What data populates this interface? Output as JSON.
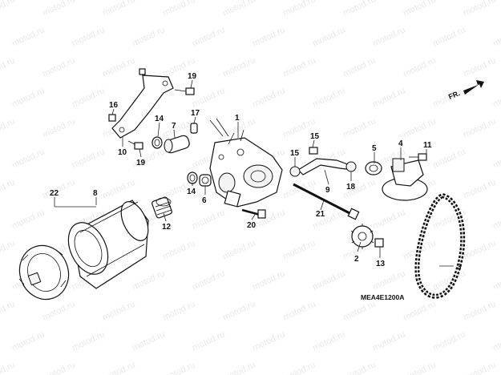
{
  "watermark_text": "motod.ru",
  "diagram_code": "MEA4E1200A",
  "direction_label": "FR.",
  "callouts": [
    "1",
    "2",
    "3",
    "4",
    "5",
    "6",
    "7",
    "8",
    "9",
    "10",
    "11",
    "12",
    "13",
    "14",
    "14",
    "15",
    "15",
    "16",
    "17",
    "18",
    "19",
    "19",
    "20",
    "21",
    "22"
  ]
}
